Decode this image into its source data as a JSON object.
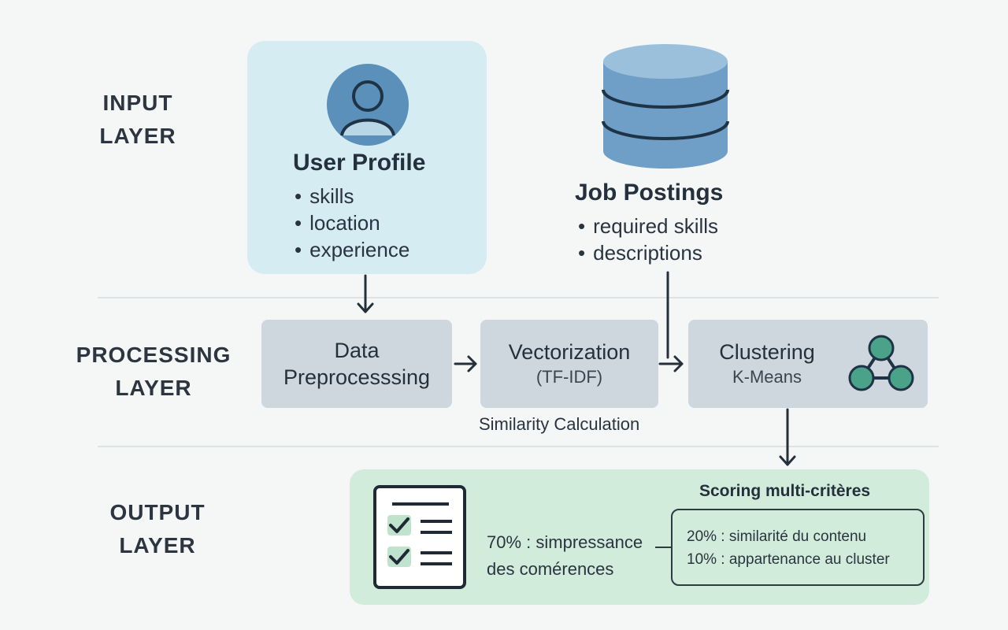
{
  "layers": {
    "input": "INPUT\nLAYER",
    "processing": "PROCESSING\nLAYER",
    "output": "OUTPUT\nLAYER"
  },
  "user_profile": {
    "title": "User Profile",
    "items": [
      "skills",
      "location",
      "experience"
    ]
  },
  "job_postings": {
    "title": "Job Postings",
    "items": [
      "required skills",
      "descriptions"
    ]
  },
  "processing": {
    "preprocessing": "Data\nPreprocesssing",
    "vectorization_title": "Vectorization",
    "vectorization_sub": "(TF-IDF)",
    "similarity_label": "Similarity Calculation",
    "clustering_title": "Clustering",
    "clustering_sub": "K-Means"
  },
  "output": {
    "scoring_title": "Scoring multi-critères",
    "weight_main": "70% : simpressance\ndes comérences",
    "weight_content": "20% : similarité du contenu",
    "weight_cluster": "10% : appartenance au cluster"
  },
  "colors": {
    "profile_bg": "#d6ecf3",
    "database": "#6f9fc6",
    "process_box": "#cdd7dd",
    "output_bg": "#d2ecdb",
    "cluster_node": "#4aa388"
  }
}
